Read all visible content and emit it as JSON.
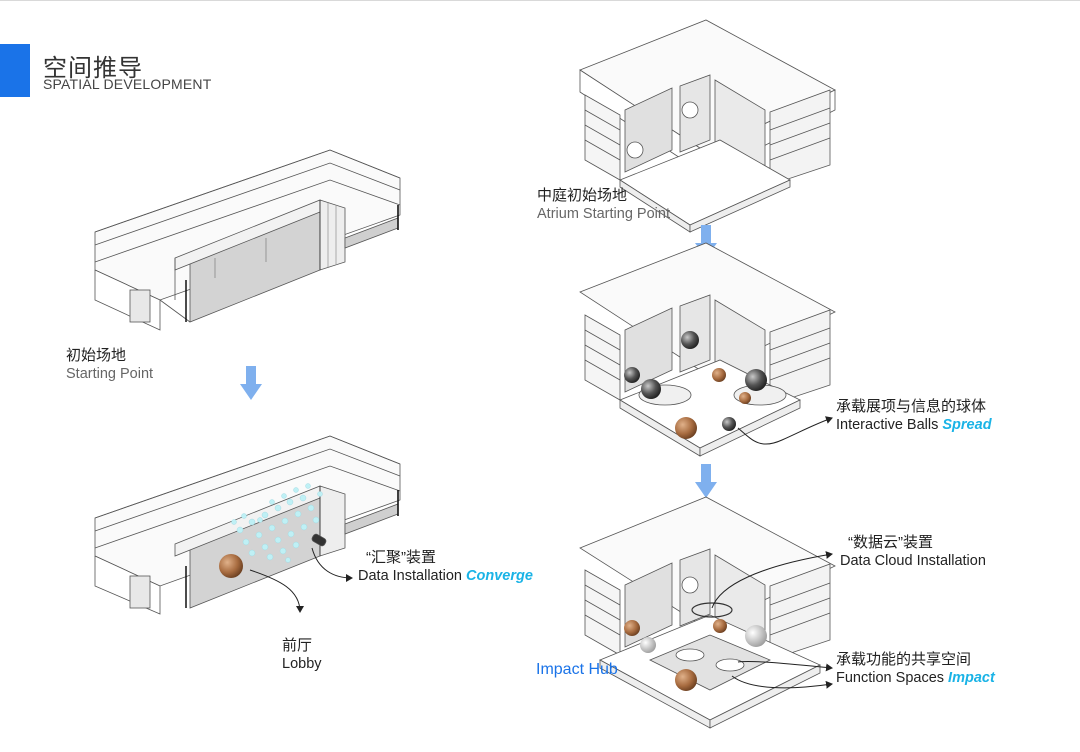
{
  "header": {
    "title_cn": "空间推导",
    "title_en": "SPATIAL DEVELOPMENT"
  },
  "colors": {
    "accent": "#1a73e8",
    "arrow": "#7fb0ee",
    "keyword": "#1ab3e6",
    "ball_copper": "#b27a52",
    "ball_grey": "#4a4a4a"
  },
  "labels": {
    "starting_point": {
      "cn": "初始场地",
      "en": "Starting Point"
    },
    "atrium_starting_point": {
      "cn": "中庭初始场地",
      "en": "Atrium Starting Point"
    },
    "lobby": {
      "cn": "前厅",
      "en": "Lobby"
    },
    "data_installation": {
      "cn": "“汇聚”装置",
      "en": "Data Installation",
      "keyword": "Converge"
    },
    "interactive_balls": {
      "cn": "承载展项与信息的球体",
      "en": "Interactive Balls",
      "keyword": "Spread"
    },
    "data_cloud": {
      "cn": "“数据云”装置",
      "en": "Data Cloud Installation"
    },
    "function_spaces": {
      "cn": "承载功能的共享空间",
      "en": "Function Spaces",
      "keyword": "Impact"
    },
    "impact_hub": "Impact Hub"
  },
  "icons": [
    "arrow-down-icon"
  ]
}
